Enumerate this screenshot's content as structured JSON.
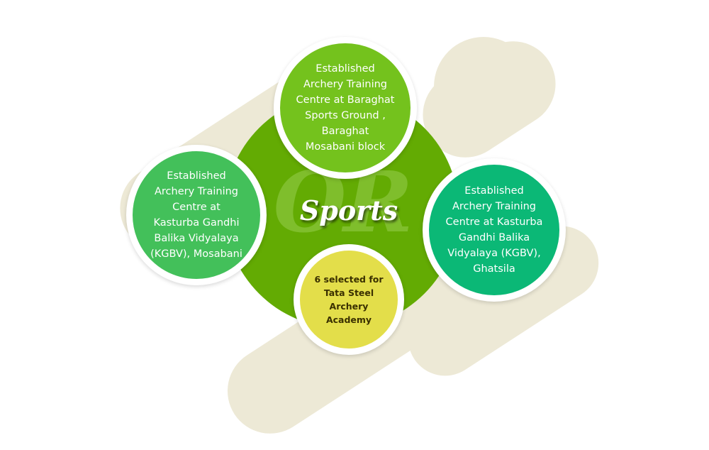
{
  "diagram": {
    "watermark": "OR",
    "center": {
      "title": "Sports"
    },
    "nodes": {
      "top": {
        "text": "Established Archery Training Centre at Baraghat Sports Ground , Baraghat Mosabani block"
      },
      "left": {
        "text": "Established Archery Training Centre at Kasturba Gandhi Balika Vidyalaya (KGBV),  Mosabani"
      },
      "right": {
        "text": "Established Archery Training Centre at Kasturba Gandhi Balika Vidyalaya (KGBV), Ghatsila"
      },
      "bottom": {
        "text": "6 selected for Tata Steel Archery Academy"
      }
    },
    "colors": {
      "background_shapes": "#ede9d6",
      "center": "#63ab03",
      "top": "#74c21d",
      "left": "#43c05a",
      "right": "#0bb876",
      "bottom": "#e3de4a"
    }
  }
}
